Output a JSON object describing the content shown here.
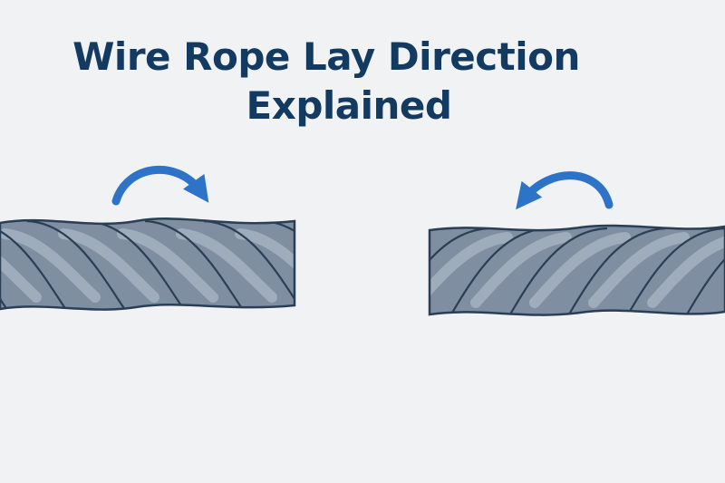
{
  "title": {
    "line1": "Wire Rope Lay Direction",
    "line2": "Explained"
  },
  "illustration": {
    "left_rope": {
      "lay": "right-hand",
      "arrow": "clockwise-arrow-icon"
    },
    "right_rope": {
      "lay": "left-hand",
      "arrow": "counterclockwise-arrow-icon"
    }
  },
  "colors": {
    "background": "#f1f2f3",
    "title": "#133a60",
    "rope_fill": "#7f8ea1",
    "rope_highlight": "#aab6c4",
    "rope_outline": "#2a3f55",
    "arrow": "#2d74c9"
  }
}
